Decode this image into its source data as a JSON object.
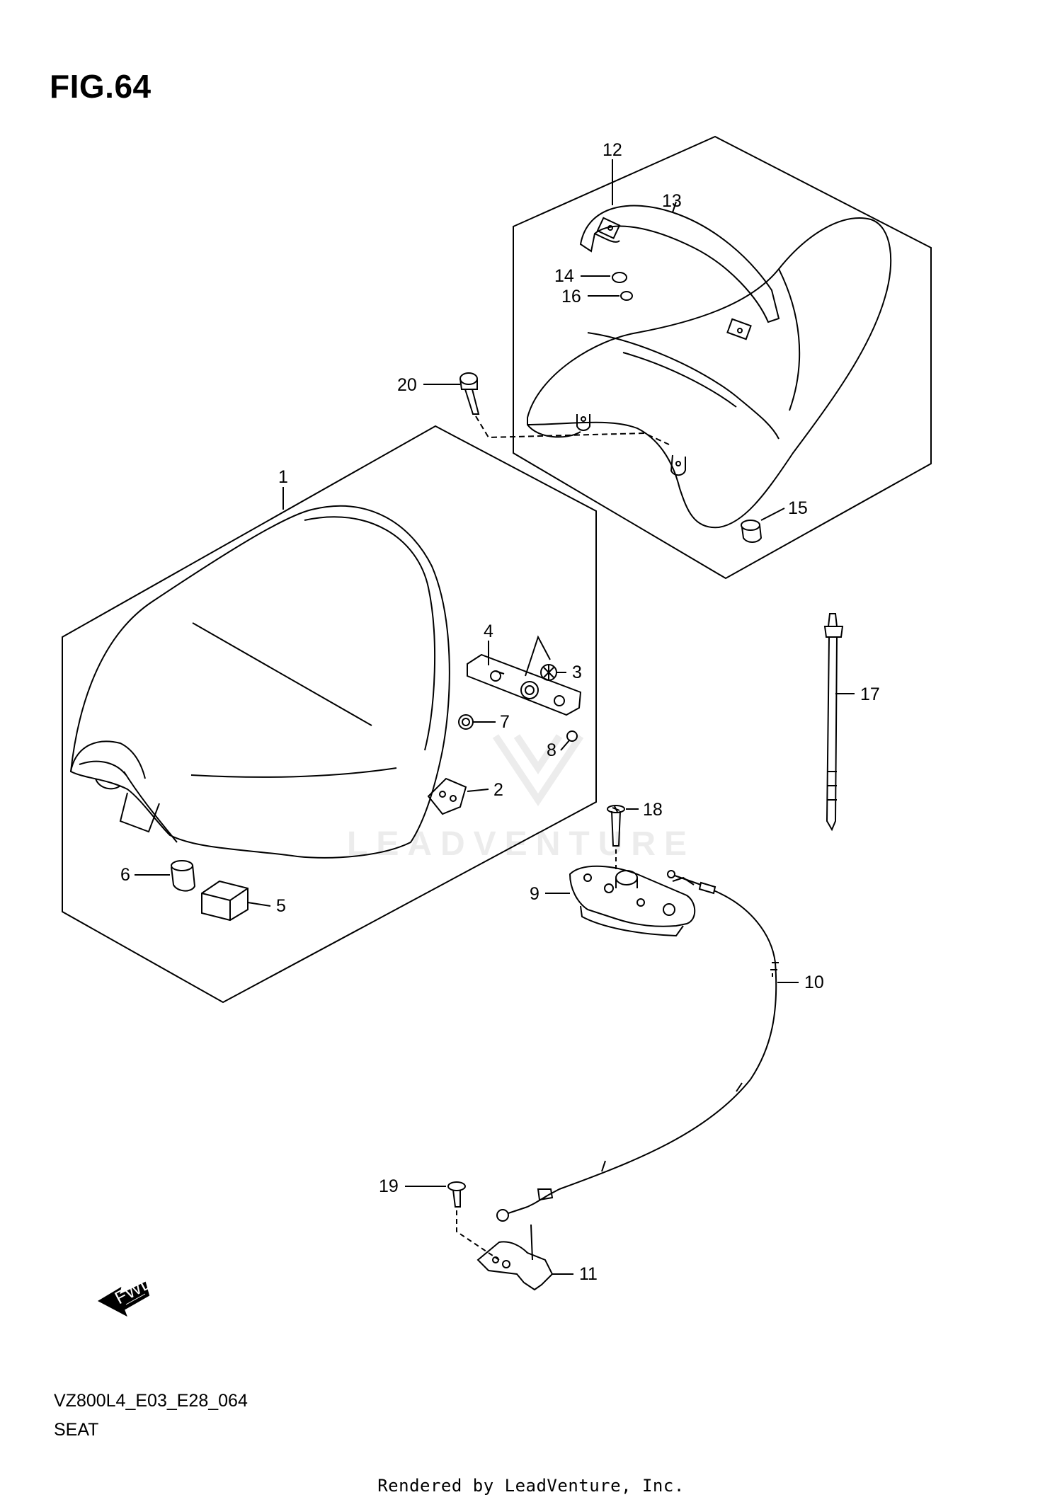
{
  "figure": {
    "title": "FIG.64",
    "code": "VZ800L4_E03_E28_064",
    "subtitle": "SEAT",
    "footer": "Rendered by LeadVenture, Inc.",
    "watermark": "LEADVENTURE",
    "fwd_label": "FWD"
  },
  "callouts": [
    "1",
    "2",
    "3",
    "4",
    "5",
    "6",
    "7",
    "8",
    "9",
    "10",
    "11",
    "12",
    "13",
    "14",
    "15",
    "16",
    "17",
    "18",
    "19",
    "20"
  ],
  "colors": {
    "line": "#000000",
    "background": "#ffffff",
    "watermark": "#ececec"
  }
}
